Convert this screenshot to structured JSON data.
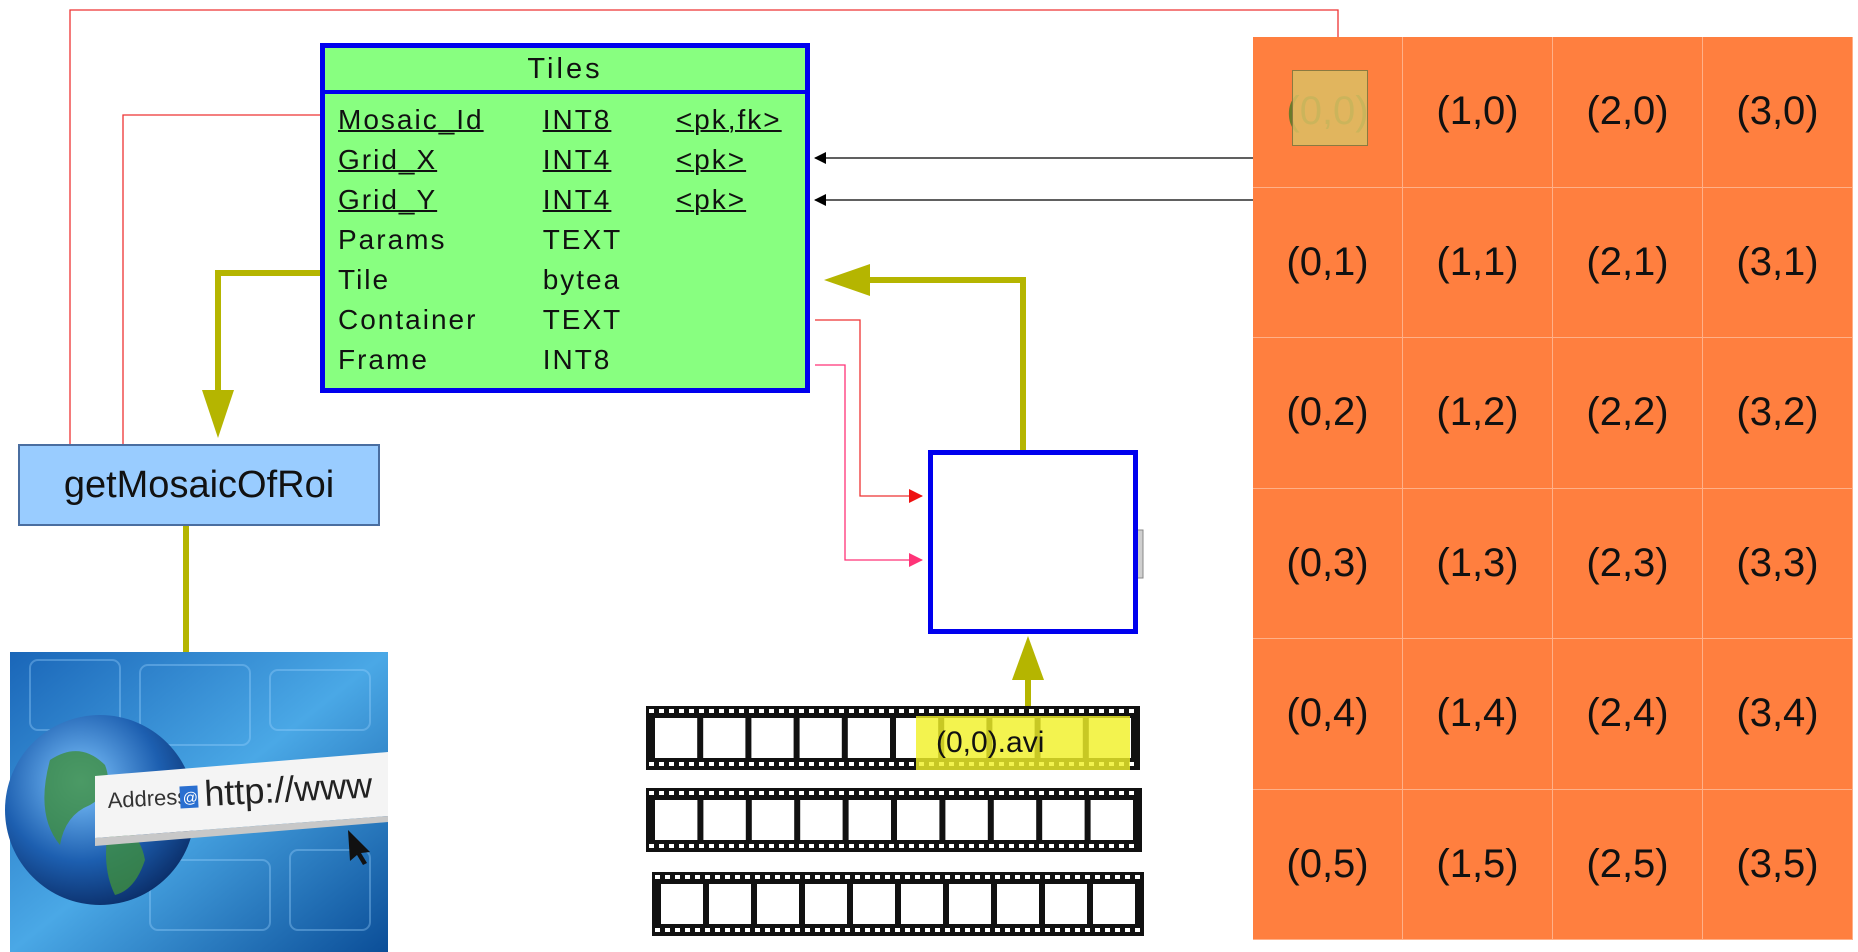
{
  "tiles_table": {
    "title": "Tiles",
    "rows": [
      {
        "name": "Mosaic_Id",
        "type": "INT8",
        "key": "<pk,fk>",
        "underlined": true
      },
      {
        "name": "Grid_X",
        "type": "INT4",
        "key": "<pk>",
        "underlined": true
      },
      {
        "name": "Grid_Y",
        "type": "INT4",
        "key": "<pk>",
        "underlined": true
      },
      {
        "name": "Params",
        "type": "TEXT",
        "key": "",
        "underlined": false
      },
      {
        "name": "Tile",
        "type": "bytea",
        "key": "",
        "underlined": false
      },
      {
        "name": "Container",
        "type": "TEXT",
        "key": "",
        "underlined": false
      },
      {
        "name": "Frame",
        "type": "INT8",
        "key": "",
        "underlined": false
      }
    ]
  },
  "function_box": {
    "label": "getMosaicOfRoi"
  },
  "browser": {
    "address_label": "Address",
    "url_text": "http://www"
  },
  "film": {
    "label": "(0,0).avi"
  },
  "tile_grid": {
    "columns": 4,
    "rows": 6,
    "cells": [
      "(0,0)",
      "(1,0)",
      "(2,0)",
      "(3,0)",
      "(0,1)",
      "(1,1)",
      "(2,1)",
      "(3,1)",
      "(0,2)",
      "(1,2)",
      "(2,2)",
      "(3,2)",
      "(0,3)",
      "(1,3)",
      "(2,3)",
      "(3,3)",
      "(0,4)",
      "(1,4)",
      "(2,4)",
      "(3,4)",
      "(0,5)",
      "(1,5)",
      "(2,5)",
      "(3,5)"
    ],
    "highlighted_cell": "(0,0)"
  },
  "colors": {
    "table_fill": "#88ff80",
    "table_border": "#0000ee",
    "function_fill": "#99ccff",
    "grid_fill": "#ff7f3f",
    "olive_arrow": "#b5b500",
    "red_line": "#ee3333",
    "pink_line": "#ff3377"
  }
}
